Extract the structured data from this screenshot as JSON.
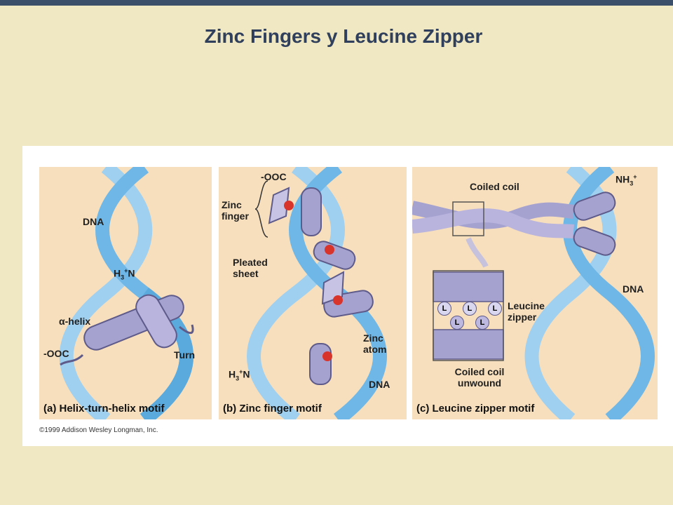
{
  "title": "Zinc Fingers y Leucine Zipper",
  "colors": {
    "background": "#f0e8c2",
    "topbar": "#3b4f6b",
    "title": "#2f3f5c",
    "panel": "#f7dfbd",
    "dna": "#6fb7e6",
    "protein": "#a6a2d0",
    "metal": "#d9342b"
  },
  "panel_a": {
    "caption": "(a) Helix-turn-helix motif",
    "labels": {
      "dna": "DNA",
      "n_terminus": "H3+N",
      "helix": "α-helix",
      "c_terminus": "-OOC",
      "turn": "Turn"
    }
  },
  "panel_b": {
    "caption": "(b) Zinc finger motif",
    "labels": {
      "c_terminus": "-OOC",
      "zinc_finger": "Zinc finger",
      "pleated_sheet": "Pleated sheet",
      "zinc_atom": "Zinc atom",
      "n_terminus": "H3+N",
      "dna": "DNA"
    }
  },
  "panel_c": {
    "caption": "(c) Leucine zipper motif",
    "labels": {
      "coiled_coil": "Coiled coil",
      "n_terminus": "NH3+",
      "leucine_zipper": "Leucine zipper",
      "dna": "DNA",
      "coiled_coil_unwound": "Coiled coil unwound",
      "leucine": "L"
    }
  },
  "copyright": "©1999 Addison Wesley Longman, Inc."
}
